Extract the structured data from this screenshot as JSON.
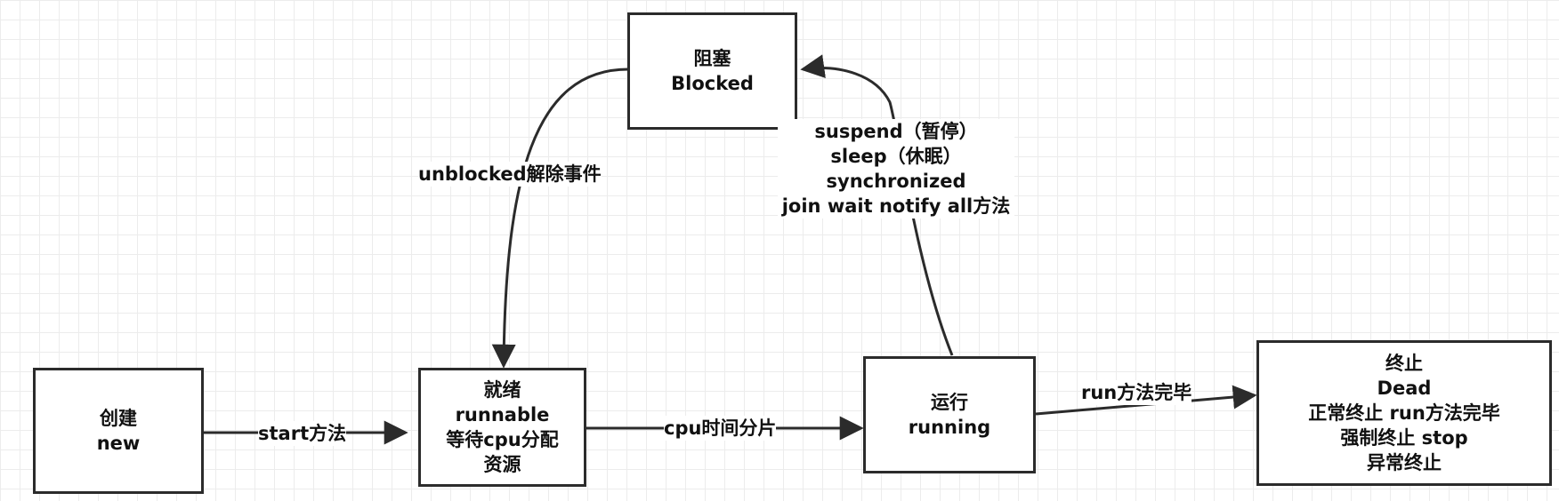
{
  "nodes": {
    "new": {
      "lines": [
        "创建",
        "new"
      ]
    },
    "runnable": {
      "lines": [
        "就绪",
        "runnable",
        "等待cpu分配",
        "资源"
      ]
    },
    "running": {
      "lines": [
        "运行",
        "running"
      ]
    },
    "blocked": {
      "lines": [
        "阻塞",
        "Blocked"
      ]
    },
    "dead": {
      "lines": [
        "终止",
        "Dead",
        "正常终止 run方法完毕",
        "强制终止 stop",
        "异常终止"
      ]
    }
  },
  "edges": {
    "start": {
      "lines": [
        "start方法"
      ]
    },
    "cpu_slice": {
      "lines": [
        "cpu时间分片"
      ]
    },
    "run_done": {
      "lines": [
        "run方法完毕"
      ]
    },
    "unblocked": {
      "lines": [
        "unblocked解除事件"
      ]
    },
    "block_causes": {
      "lines": [
        "suspend（暂停）",
        "sleep（休眠）",
        "synchronized",
        "join wait notify all方法"
      ]
    }
  },
  "colors": {
    "line": "#2b2b2b",
    "grid": "#ececec",
    "background": "#ffffff"
  }
}
